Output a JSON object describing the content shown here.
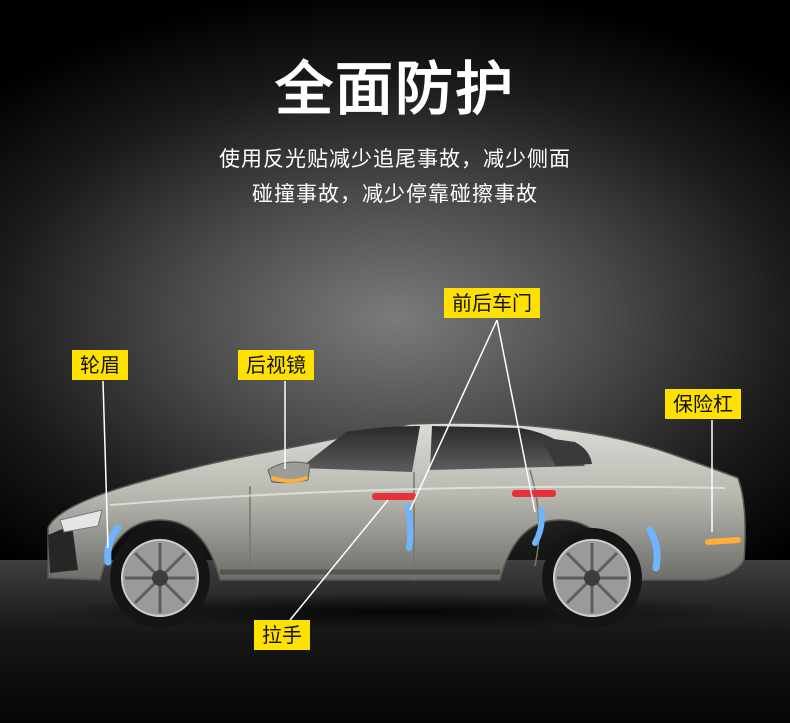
{
  "headline": "全面防护",
  "subtitle_line1": "使用反光贴减少追尾事故，减少侧面",
  "subtitle_line2": "碰撞事故，减少停靠碰擦事故",
  "labels": {
    "wheel_arch": "轮眉",
    "mirror": "后视镜",
    "doors": "前后车门",
    "bumper": "保险杠",
    "handle": "拉手"
  },
  "colors": {
    "label_bg": "#ffe100",
    "blue_strip": "#6fb4ff",
    "red_strip": "#e8303a",
    "amber_strip": "#ffae38",
    "pointer": "#ffffff"
  }
}
